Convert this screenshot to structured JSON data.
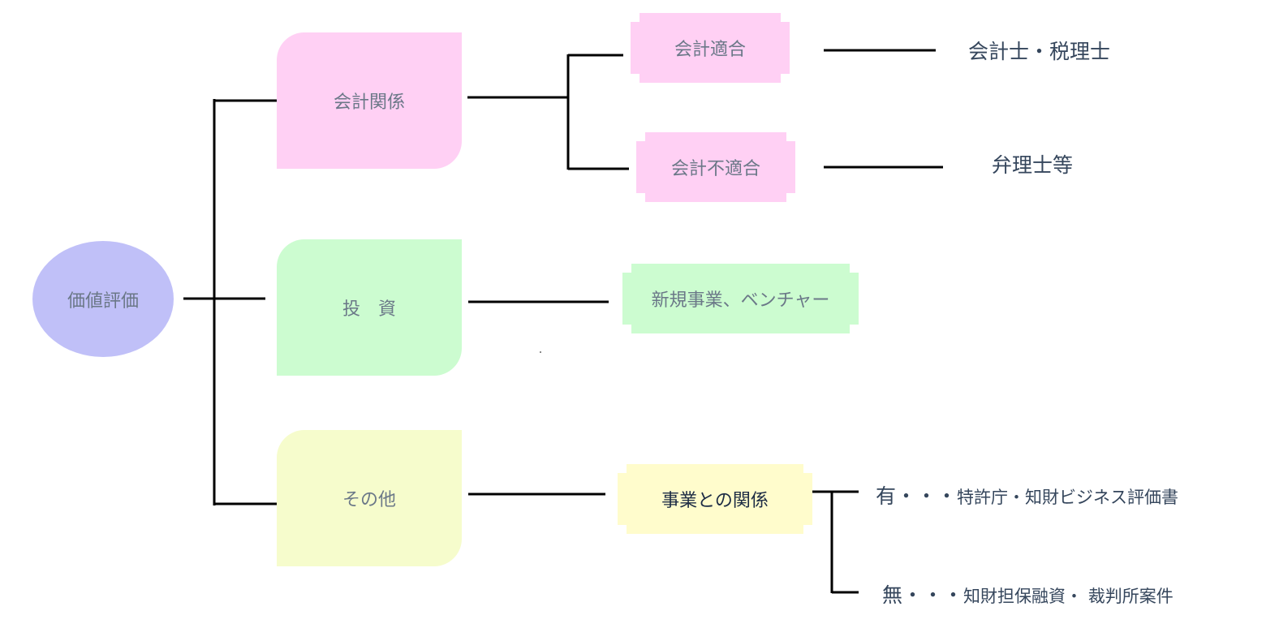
{
  "diagram": {
    "root": {
      "label": "価値評価",
      "color": "#c0c0f8"
    },
    "categories": [
      {
        "label": "会計関係",
        "color": "#ffd0f4"
      },
      {
        "label": "投　資",
        "color": "#ccfcd0"
      },
      {
        "label": "その他",
        "color": "#f6fccc"
      }
    ],
    "leaves": {
      "accounting_fit": {
        "label": "会計適合",
        "color": "#ffd0f4"
      },
      "accounting_unfit": {
        "label": "会計不適合",
        "color": "#ffd0f4"
      },
      "new_business": {
        "label": "新規事業、ベンチャー",
        "color": "#ccfcd0"
      },
      "business_relation": {
        "label": "事業との関係",
        "color": "#fffccc"
      }
    },
    "outcomes": {
      "accountants": "会計士・税理士",
      "patent_attorneys": "弁理士等",
      "yes_lead": "有・・・",
      "yes_rest": "特許庁・知財ビジネス評価書",
      "no_lead": "無・・・",
      "no_rest": "知財担保融資・ 裁判所案件"
    },
    "line_color": "#000000"
  }
}
